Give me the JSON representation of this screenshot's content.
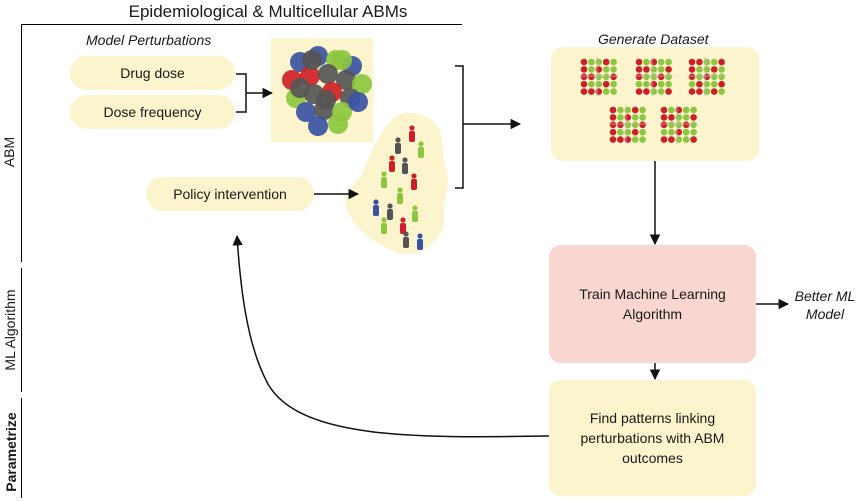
{
  "header": {
    "title": "Epidemiological & Multicellular ABMs"
  },
  "sections": {
    "abm": "ABM",
    "ml": "ML Algorithm",
    "parametrize": "Parametrize"
  },
  "perturbations": {
    "title": "Model Perturbations",
    "drug_dose": "Drug dose",
    "dose_frequency": "Dose frequency",
    "policy": "Policy intervention"
  },
  "dataset": {
    "title": "Generate Dataset"
  },
  "train": {
    "line1": "Train Machine Learning",
    "line2": "Algorithm"
  },
  "find": {
    "line1": "Find patterns linking",
    "line2": "perturbations with ABM",
    "line3": "outcomes"
  },
  "output": {
    "line1": "Better ML",
    "line2": "Model"
  },
  "colors": {
    "pale_yellow": "#fbf4cc",
    "pink": "#f9d6d0",
    "red": "#cf1f26",
    "green": "#8dc63f",
    "blue": "#3953a4",
    "gray": "#555555"
  }
}
